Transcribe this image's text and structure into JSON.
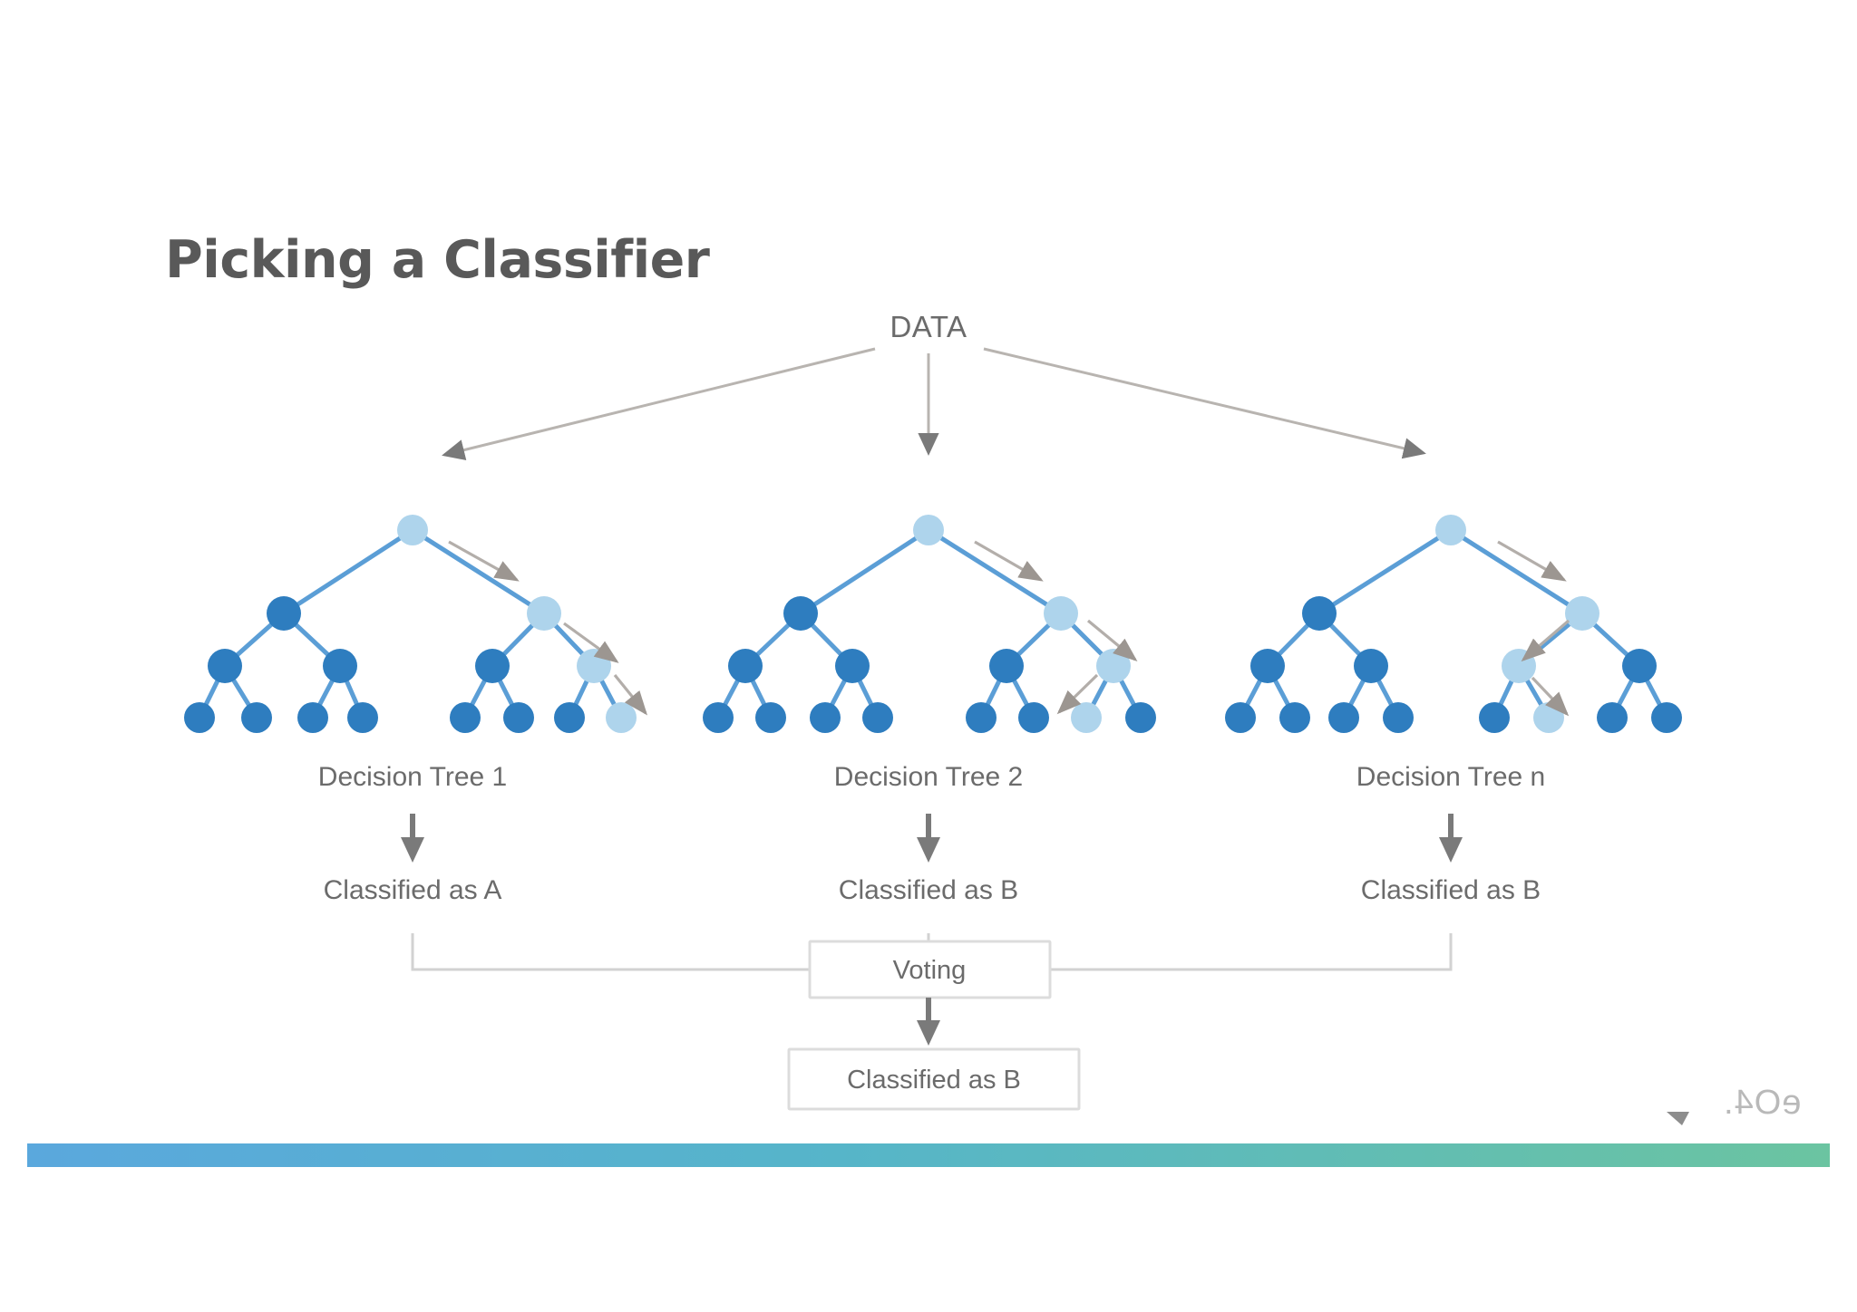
{
  "slide": {
    "title": "Picking a Classifier",
    "background_color": "#ffffff",
    "title_color": "#595959",
    "accent_bar": {
      "gradient_from": "#5aa8dd",
      "gradient_to": "#6bc4a1"
    },
    "watermark": {
      "text": "eO4.",
      "color": "#b9b9b9"
    }
  },
  "diagram": {
    "type": "random-forest-ensemble",
    "root_label": "DATA",
    "node_colors": {
      "dark": "#2e7dbf",
      "light": "#aed4ec",
      "edge": "#5b9ed6",
      "arrow": "#7a7a7a",
      "faint_arrow": "#b3aeaa",
      "box_border": "#d8d8d8",
      "connector": "#d0d0d0"
    },
    "trees": [
      {
        "name": "Decision Tree 1",
        "result": "Classified as A"
      },
      {
        "name": "Decision Tree 2",
        "result": "Classified as B"
      },
      {
        "name": "Decision Tree n",
        "result": "Classified as B"
      }
    ],
    "voting": {
      "label": "Voting"
    },
    "final": {
      "label": "Classified as B"
    }
  }
}
